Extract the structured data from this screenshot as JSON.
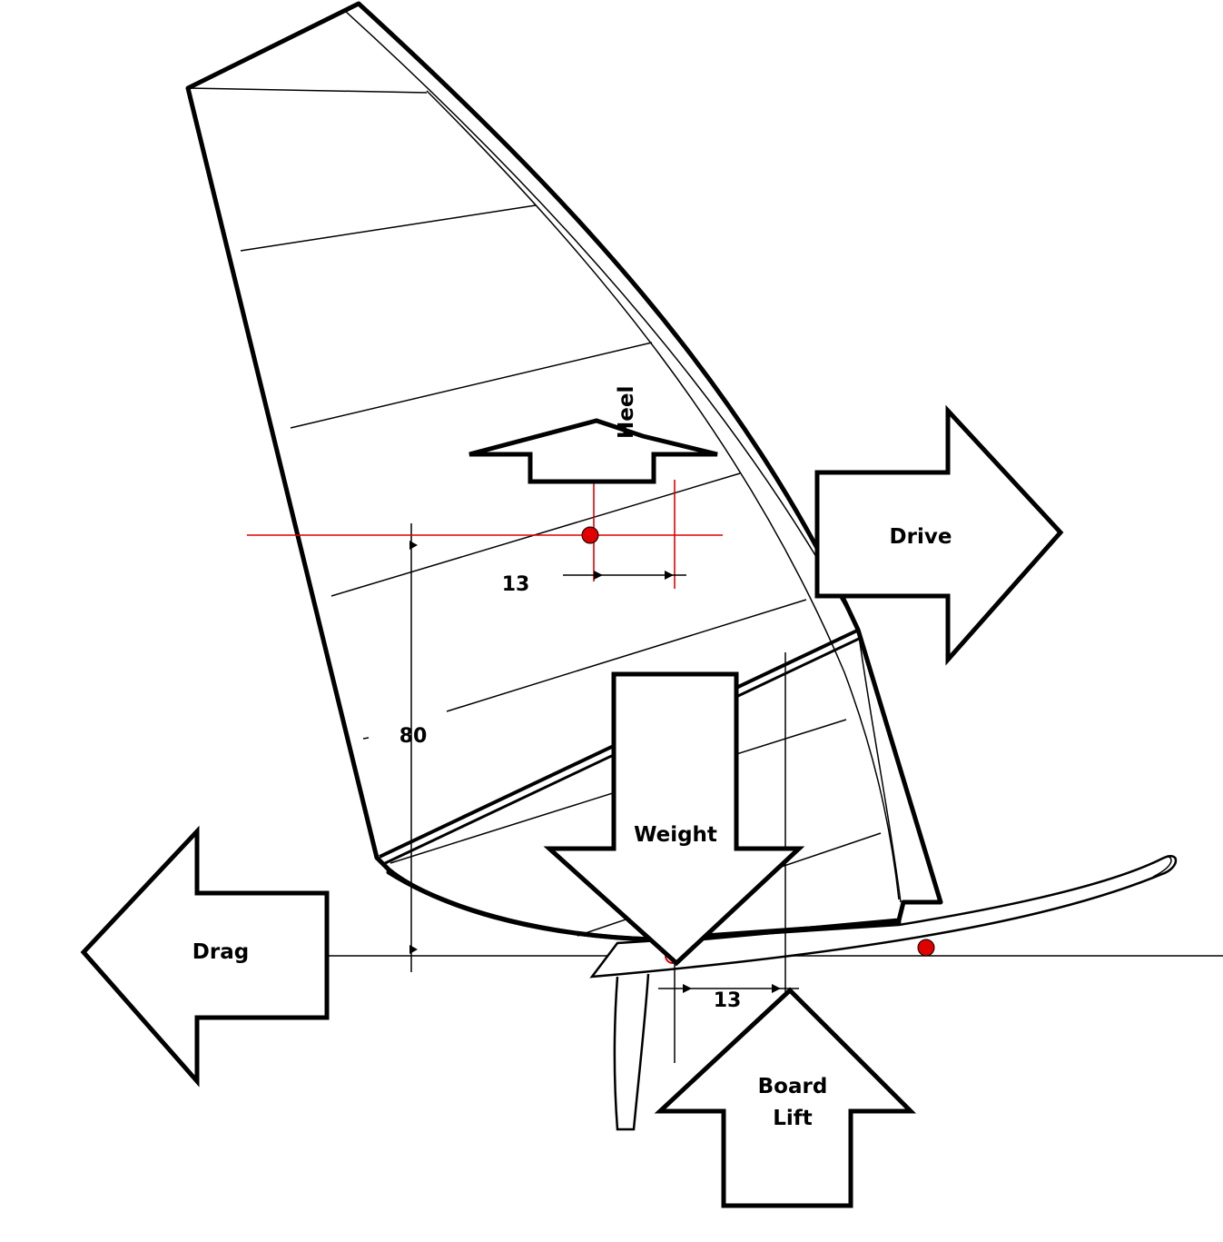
{
  "forces": {
    "heel": "Heel",
    "drive": "Drive",
    "drag": "Drag",
    "weight": "Weight",
    "board_lift_line1": "Board",
    "board_lift_line2": "Lift"
  },
  "dimensions": {
    "heel_offset": "13",
    "height": "80",
    "lift_offset": "13"
  },
  "colors": {
    "outline": "#000000",
    "center_marker": "#e00000",
    "background": "#ffffff"
  }
}
